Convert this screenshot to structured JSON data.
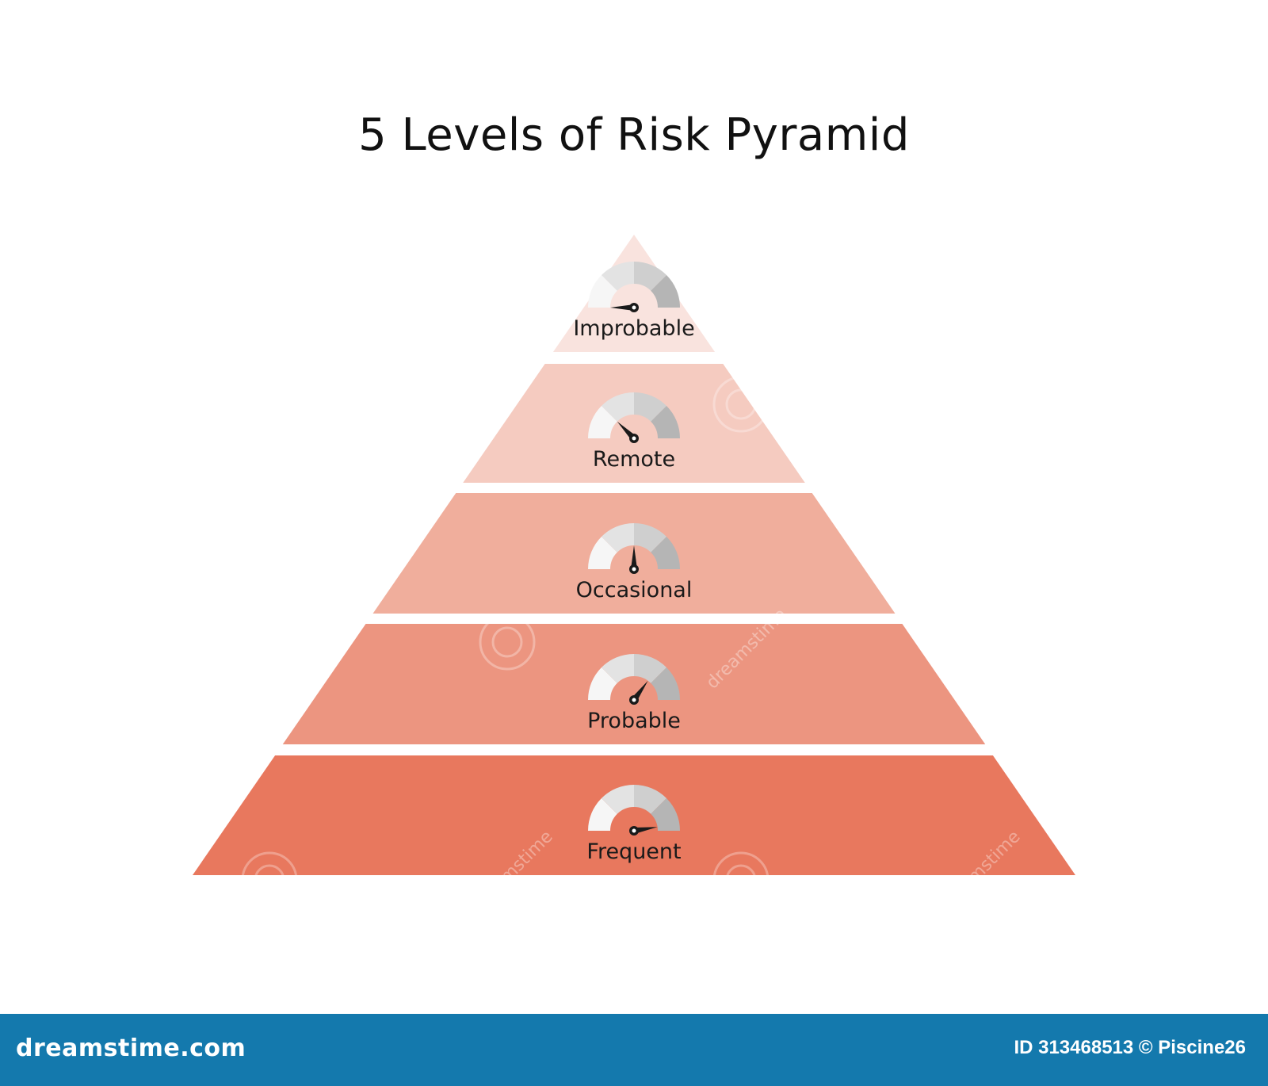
{
  "title": "5 Levels of Risk Pyramid",
  "levels": [
    {
      "label": "Improbable",
      "color": "#f9e3de",
      "gauge_level": 0.0
    },
    {
      "label": "Remote",
      "color": "#f5cbc0",
      "gauge_level": 0.25
    },
    {
      "label": "Occasional",
      "color": "#f0ae9c",
      "gauge_level": 0.5
    },
    {
      "label": "Probable",
      "color": "#ec9580",
      "gauge_level": 0.7
    },
    {
      "label": "Frequent",
      "color": "#e8785e",
      "gauge_level": 0.95
    }
  ],
  "gauge": {
    "segment_colors": [
      "#f6f6f6",
      "#e3e3e3",
      "#cfcfcf",
      "#b5b5b5"
    ],
    "needle_color": "#1a1a1a"
  },
  "footer": {
    "brand": "dreamstime.com",
    "image_id": "ID 313468513 © Piscine26",
    "background_color": "#1479ad"
  },
  "watermark_text": "dreamstime"
}
